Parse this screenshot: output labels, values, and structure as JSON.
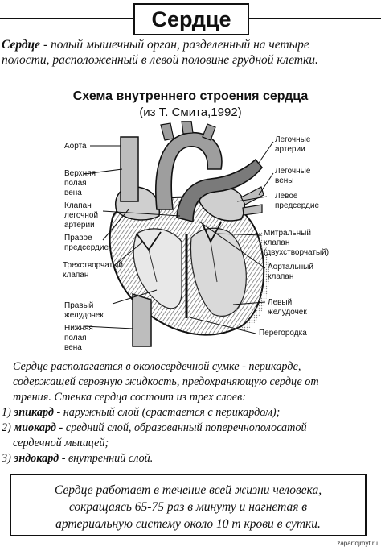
{
  "title": "Сердце",
  "intro": {
    "term": "Сердце",
    "line1_rest": " - полый мышечный орган, разделенный на четыре",
    "line2": "полости, расположенный в левой половине грудной клетки."
  },
  "scheme": {
    "title": "Схема внутреннего строения сердца",
    "subtitle": "(из Т. Смита,1992)"
  },
  "labels": {
    "aorta": "Аорта",
    "superior_vena_1": "Верхняя",
    "superior_vena_2": "полая",
    "superior_vena_3": "вена",
    "pulm_valve_1": "Клапан",
    "pulm_valve_2": "легочной",
    "pulm_valve_3": "артерии",
    "right_atrium_1": "Правое",
    "right_atrium_2": "предсердие",
    "tricuspid_1": "Трехстворчатый",
    "tricuspid_2": "клапан",
    "right_ventricle_1": "Правый",
    "right_ventricle_2": "желудочек",
    "inferior_vena_1": "Нижняя",
    "inferior_vena_2": "полая",
    "inferior_vena_3": "вена",
    "pulm_arteries_1": "Легочные",
    "pulm_arteries_2": "артерии",
    "pulm_veins_1": "Легочные",
    "pulm_veins_2": "вены",
    "left_atrium_1": "Левое",
    "left_atrium_2": "предсердие",
    "mitral_1": "Митральный",
    "mitral_2": "клапан",
    "mitral_3": "(двухстворчатый)",
    "aortic_valve_1": "Аортальный",
    "aortic_valve_2": "клапан",
    "left_ventricle_1": "Левый",
    "left_ventricle_2": "желудочек",
    "septum": "Перегородка"
  },
  "body": {
    "line1": "Сердце располагается в околосердечной сумке - перикарде,",
    "line2": "содержащей серозную жидкость, предохраняющую сердце от",
    "line3": "трения. Стенка сердца состоит из трех слоев:",
    "item1_num": "1)",
    "item1_term": "эпикард",
    "item1_rest": " - наружный слой (срастается с перикардом);",
    "item2_num": "2)",
    "item2_term": "миокард",
    "item2_rest": " - средний слой, образованный поперечнополосатой",
    "item2_line2": "сердечной мышцей;",
    "item3_num": "3)",
    "item3_term": "эндокард",
    "item3_rest": " - внутренний слой."
  },
  "fact": {
    "line1": "Сердце работает в течение всей жизни человека,",
    "line2": "сокращаясь 65-75 раз в минуту и нагнетая в",
    "line3": "артериальную систему около 10 т крови в сутки."
  },
  "footer": "zapartojmyt.ru"
}
